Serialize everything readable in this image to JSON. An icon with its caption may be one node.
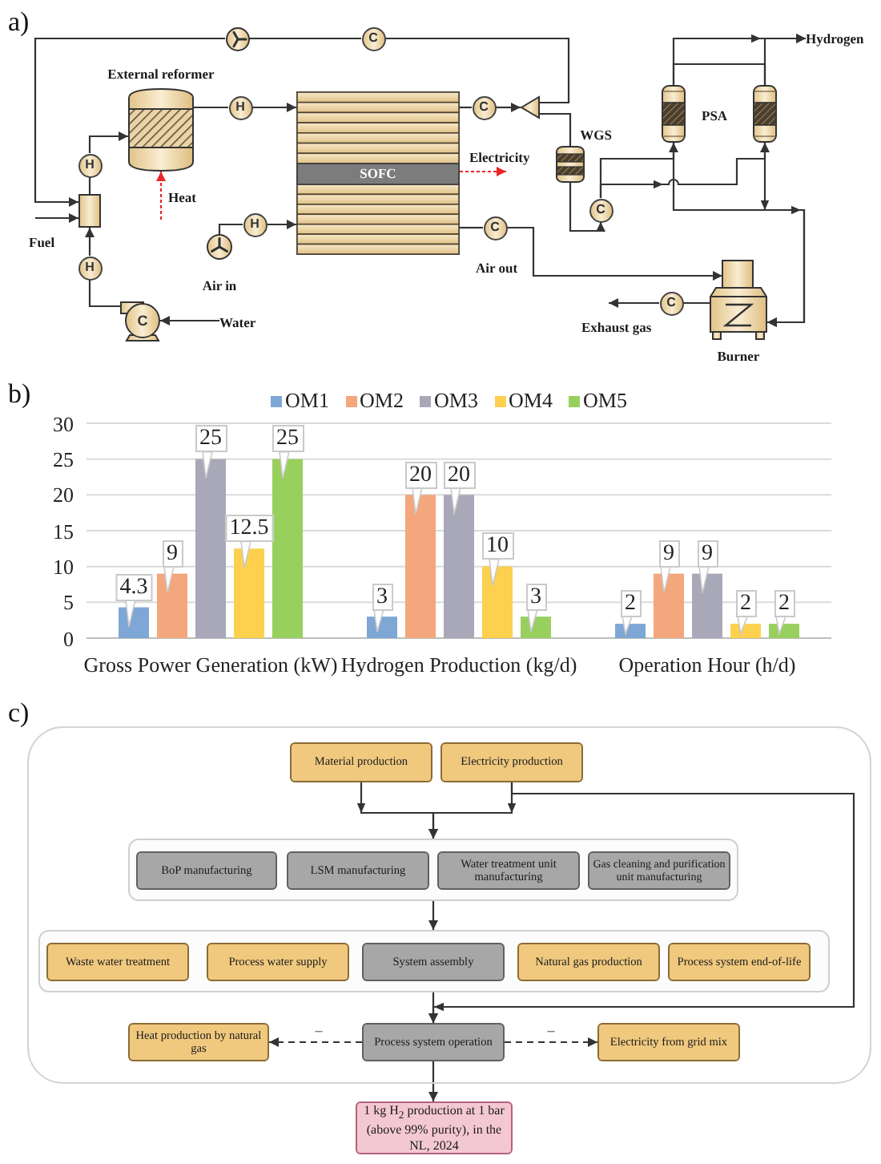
{
  "diagram": {
    "nodes": [
      {
        "text": [],
        "shape": "circle"
      },
      {
        "text": [
          "C"
        ]
      },
      {
        "text": [
          "Hydrogen"
        ]
      },
      {
        "text": [
          "External reformer"
        ]
      },
      {
        "text": [],
        "shape": "cylinder"
      },
      {
        "text": [],
        "shape": "cylinder"
      },
      {
        "text": [
          "H"
        ]
      },
      {
        "text": [
          "SOFC"
        ]
      },
      {
        "text": [
          "C"
        ]
      },
      {
        "text": [],
        "shape": "triangle"
      },
      {
        "text": [
          "WGS"
        ]
      },
      {
        "text": [
          "Electricity"
        ]
      },
      {
        "text": [
          "H"
        ]
      },
      {
        "text": [],
        "shape": "box"
      },
      {
        "text": [
          "C"
        ]
      },
      {
        "text": [
          "H"
        ]
      },
      {
        "text": [],
        "shape": "circle",
        "beside": [
          "Air in"
        ]
      },
      {
        "text": [
          "C"
        ]
      },
      {
        "text": [
          "H"
        ]
      },
      {
        "text": [
          "C"
        ]
      },
      {
        "text": [
          "Burner"
        ]
      },
      {
        "text": [
          "C"
        ]
      },
      {
        "text": [
          "Water"
        ]
      },
      {
        "text": [
          "Exhaust gas"
        ]
      },
      {
        "text": [],
        "shape": "box"
      },
      {
        "text": [
          "Material production"
        ],
        "in": 24
      },
      {
        "text": [
          "Electricity production"
        ],
        "in": 24
      },
      {
        "text": [],
        "shape": "box",
        "in": 24
      },
      {
        "text": [
          "BoP manufacturing"
        ],
        "in": 27
      },
      {
        "text": [
          "LSM manufacturing"
        ],
        "in": 27
      },
      {
        "text": [
          "Water treatment unit manufacturing"
        ],
        "in": 27
      },
      {
        "text": [
          "Gas cleaning and purification unit manufacturing"
        ],
        "in": 27
      },
      {
        "text": [],
        "shape": "box",
        "in": 24
      },
      {
        "text": [
          "Waste water treatment"
        ],
        "in": 32
      },
      {
        "text": [
          "Process water supply"
        ],
        "in": 32
      },
      {
        "text": [
          "System assembly"
        ],
        "in": 32
      },
      {
        "text": [
          "Natural gas production"
        ],
        "in": 32
      },
      {
        "text": [
          "Process system end-of-life"
        ],
        "in": 32
      },
      {
        "text": [
          "Heat production by natural gas"
        ],
        "in": 24
      },
      {
        "text": [
          "Process system operation"
        ],
        "in": 24
      },
      {
        "text": [
          "Electricity from grid mix"
        ],
        "in": 24
      },
      {
        "text": [
          "1 kg H$_{2}$ production at 1 bar (above 99% purity), in the NL, 2024"
        ]
      }
    ],
    "edges": [
      {
        "from": 9,
        "to": 1,
        "arrow": "none"
      },
      {
        "from": 1,
        "to": 0,
        "arrow": "none"
      },
      {
        "from": 0,
        "to": 13,
        "arrow": "to"
      },
      {
        "from": null,
        "to": 13,
        "arrow": "to"
      },
      {
        "from": 13,
        "to": 12,
        "arrow": "none"
      },
      {
        "from": 12,
        "to": 3,
        "arrow": "to"
      },
      {
        "from": null,
        "to": 3,
        "arrow": "to",
        "style": "dashed",
        "color": "#e8262a"
      },
      {
        "from": 3,
        "to": 6,
        "arrow": "none"
      },
      {
        "from": 6,
        "to": 7,
        "arrow": "to"
      },
      {
        "from": 7,
        "to": 8,
        "arrow": "none"
      },
      {
        "from": 8,
        "to": 9,
        "arrow": "to"
      },
      {
        "from": 9,
        "to": 10,
        "arrow": "none"
      },
      {
        "from": 10,
        "to": 14,
        "arrow": "to"
      },
      {
        "from": 14,
        "to": 4,
        "arrow": "to"
      },
      {
        "from": 14,
        "to": 5,
        "arrow": "to"
      },
      {
        "from": 4,
        "to": 2,
        "arrow": "to"
      },
      {
        "from": 5,
        "to": 2,
        "arrow": "to"
      },
      {
        "from": 4,
        "to": 5,
        "arrow": "none"
      },
      {
        "from": 4,
        "to": 20,
        "arrow": "to"
      },
      {
        "from": 5,
        "to": 20,
        "arrow": "to"
      },
      {
        "from": 7,
        "to": 17,
        "arrow": "none"
      },
      {
        "from": 17,
        "to": 20,
        "arrow": "to"
      },
      {
        "from": 20,
        "to": 19,
        "arrow": "none"
      },
      {
        "from": 19,
        "to": 23,
        "arrow": "to"
      },
      {
        "from": 16,
        "to": 15,
        "arrow": "none"
      },
      {
        "from": 15,
        "to": 7,
        "arrow": "to"
      },
      {
        "from": 22,
        "to": 21,
        "arrow": "to"
      },
      {
        "from": 21,
        "to": 18,
        "arrow": "none"
      },
      {
        "from": 18,
        "to": 13,
        "arrow": "to"
      },
      {
        "from": 7,
        "to": 11,
        "arrow": "to",
        "style": "dashed",
        "color": "#e8262a"
      },
      {
        "from": 25,
        "to": 27,
        "arrow": "to"
      },
      {
        "from": 26,
        "to": 27,
        "arrow": "to"
      },
      {
        "from": 26,
        "to": 39,
        "arrow": "to"
      },
      {
        "from": 27,
        "to": 32,
        "arrow": "to"
      },
      {
        "from": 32,
        "to": 39,
        "arrow": "to"
      },
      {
        "from": 39,
        "to": 38,
        "arrow": "to",
        "style": "dashed",
        "label": "–"
      },
      {
        "from": 39,
        "to": 40,
        "arrow": "to",
        "style": "dashed",
        "label": "–"
      },
      {
        "from": 39,
        "to": 41,
        "arrow": "to"
      }
    ],
    "labels": [
      "a)",
      "PSA",
      "Heat",
      "Fuel",
      "Air out",
      "b)",
      "c)"
    ],
    "chart_data": {
      "type": "bar",
      "categories": [
        "Gross Power Generation (kW)",
        "Hydrogen Production (kg/d)",
        "Operation Hour (h/d)"
      ],
      "series": [
        {
          "name": "OM1",
          "color": "#7ea7d6",
          "values": [
            4.3,
            3,
            2
          ]
        },
        {
          "name": "OM2",
          "color": "#f4a67c",
          "values": [
            9,
            20,
            9
          ]
        },
        {
          "name": "OM3",
          "color": "#a8a8b8",
          "values": [
            25,
            20,
            9
          ]
        },
        {
          "name": "OM4",
          "color": "#fdd04e",
          "values": [
            12.5,
            10,
            2
          ]
        },
        {
          "name": "OM5",
          "color": "#98d05e",
          "values": [
            25,
            3,
            2
          ]
        }
      ],
      "ylim": [
        0,
        30
      ],
      "yticks": [
        0,
        5,
        10,
        15,
        20,
        25,
        30
      ],
      "data_labels": true,
      "grid": true,
      "legend": "top"
    }
  }
}
